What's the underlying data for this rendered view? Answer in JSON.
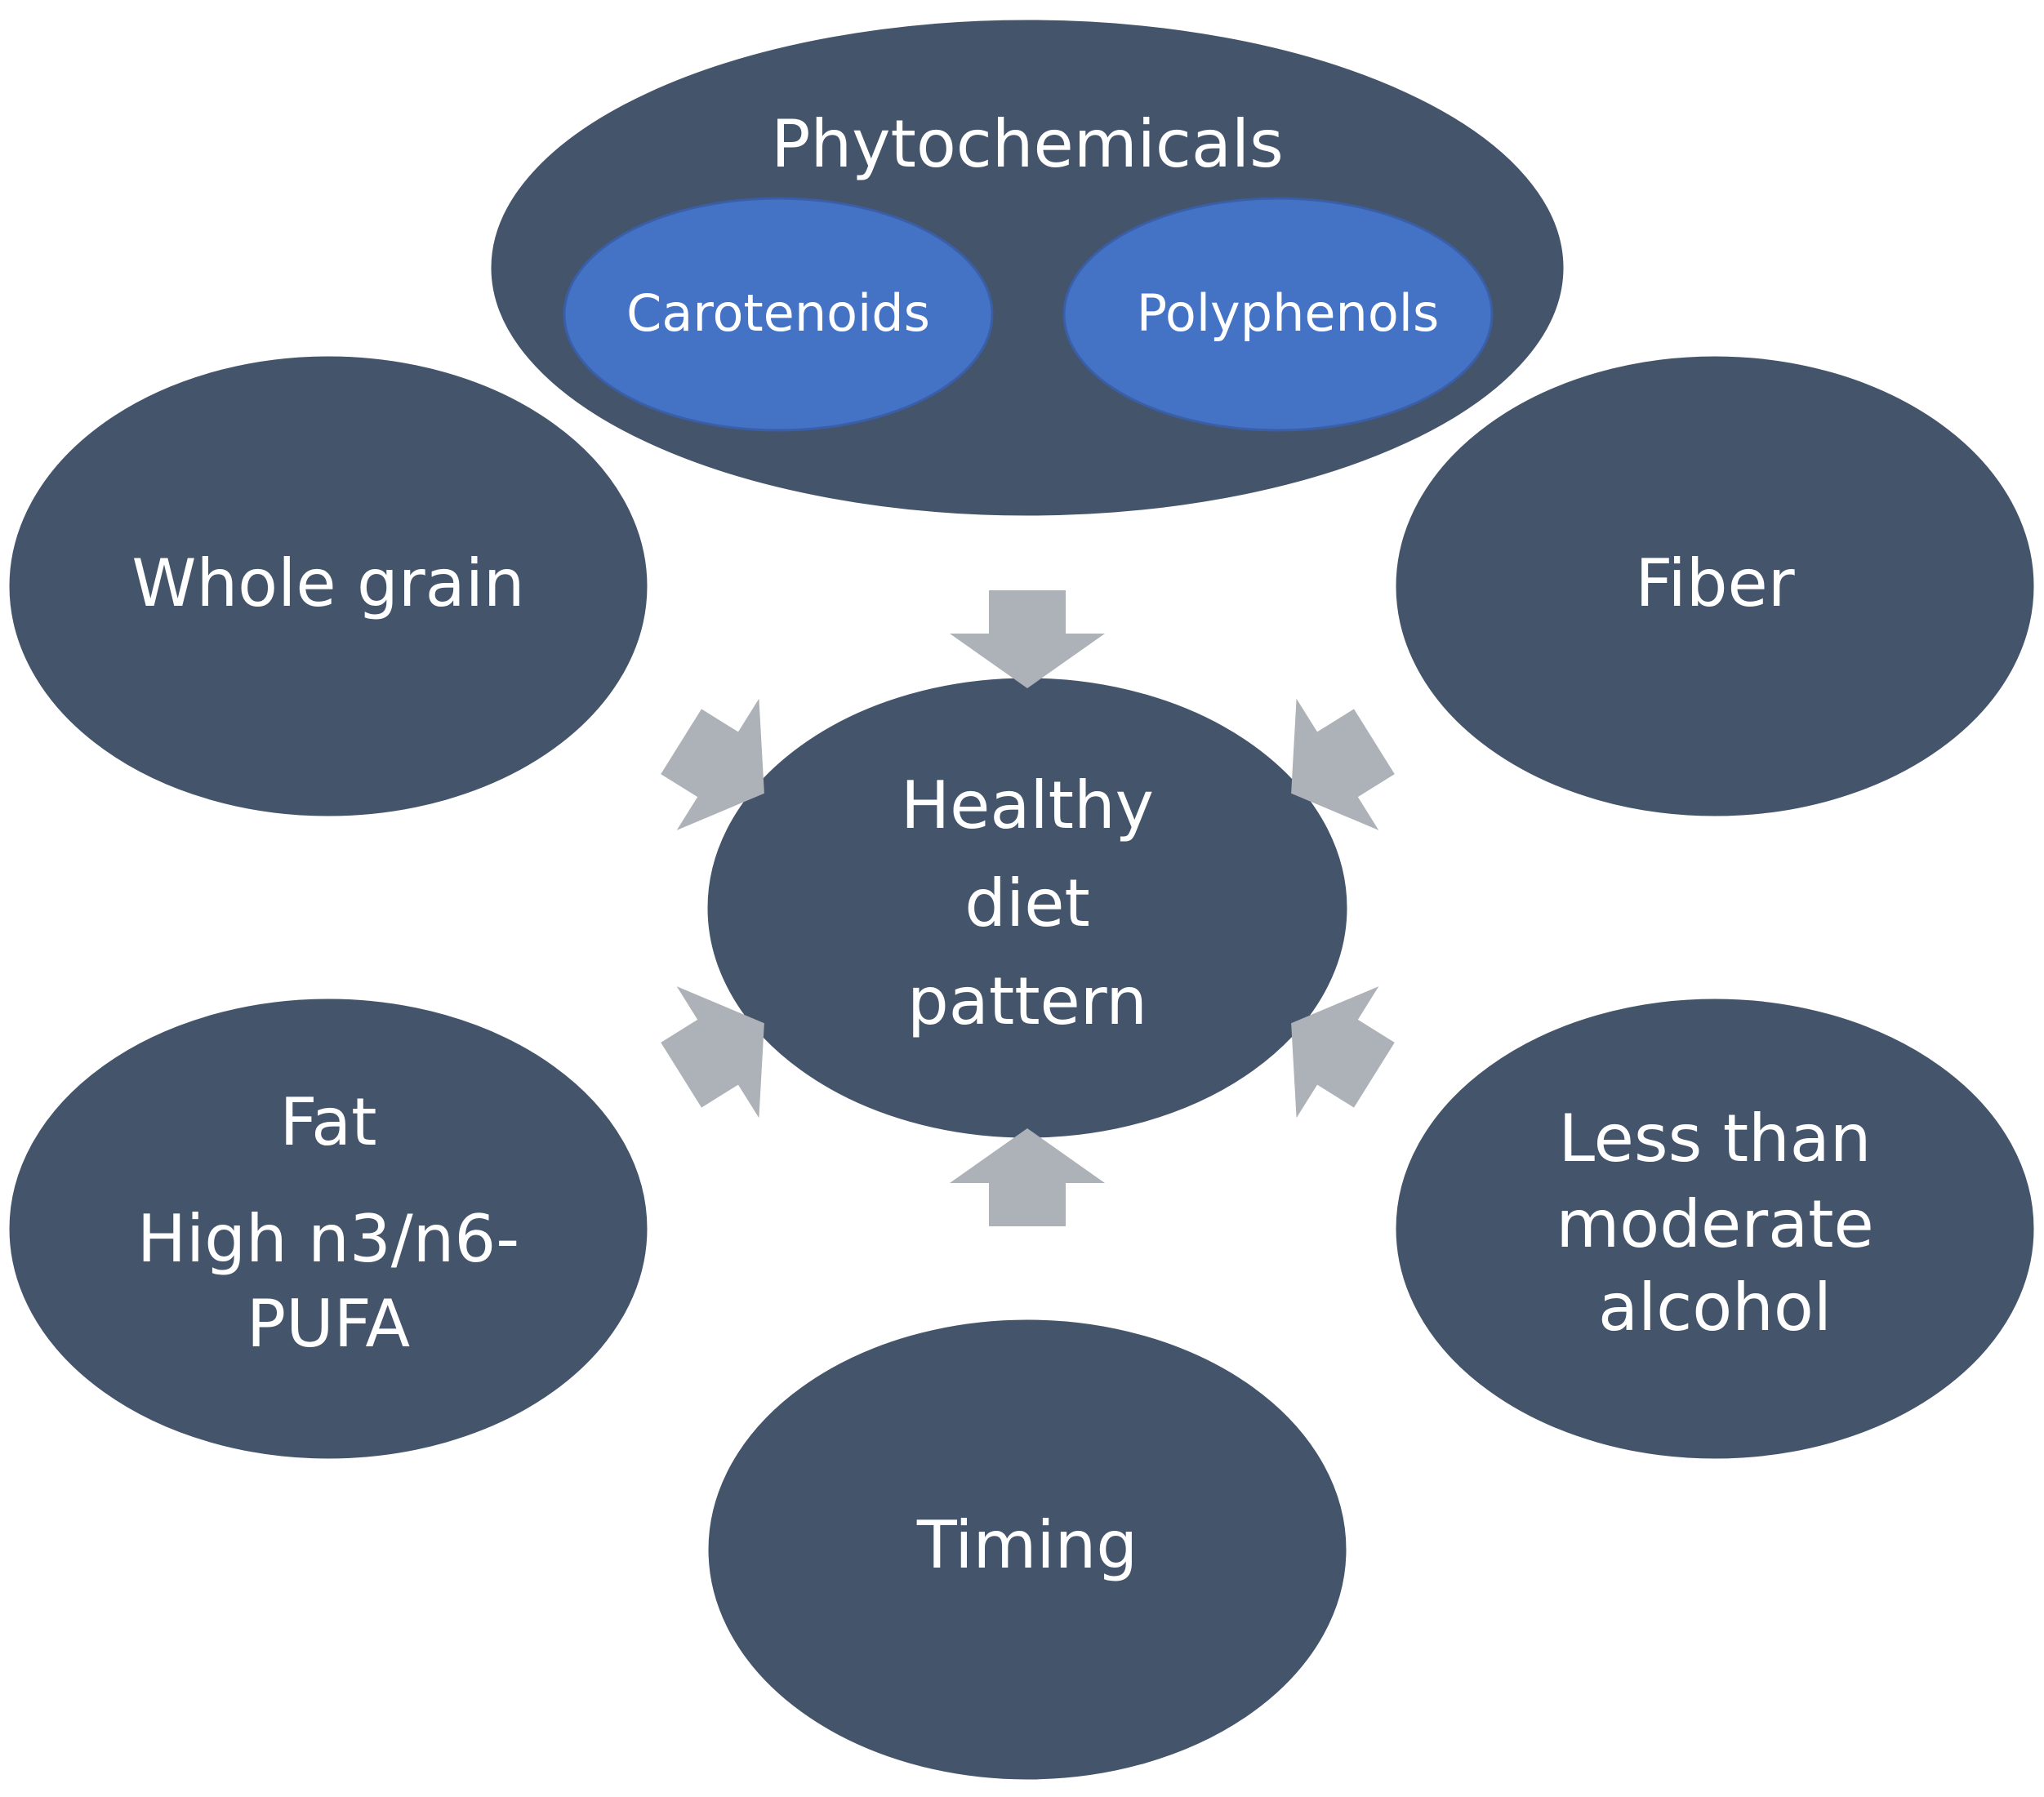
{
  "colors": {
    "node_fill": "#44546a",
    "sub_node_fill": "#4472c4",
    "arrow_fill": "#adb1b8",
    "text": "#ffffff",
    "background": "#ffffff"
  },
  "center": {
    "lines": [
      "Healthy",
      "diet",
      "pattern"
    ]
  },
  "phytochemicals": {
    "title": "Phytochemicals",
    "carotenoids": "Carotenoids",
    "polyphenols": "Polyphenols"
  },
  "whole_grain": {
    "label": "Whole grain"
  },
  "fiber": {
    "label": "Fiber"
  },
  "fat": {
    "title": "Fat",
    "detail_lines": [
      "High n3/n6-",
      "PUFA"
    ]
  },
  "alcohol": {
    "lines": [
      "Less than",
      "moderate",
      "alcohol"
    ]
  },
  "timing": {
    "label": "Timing"
  }
}
